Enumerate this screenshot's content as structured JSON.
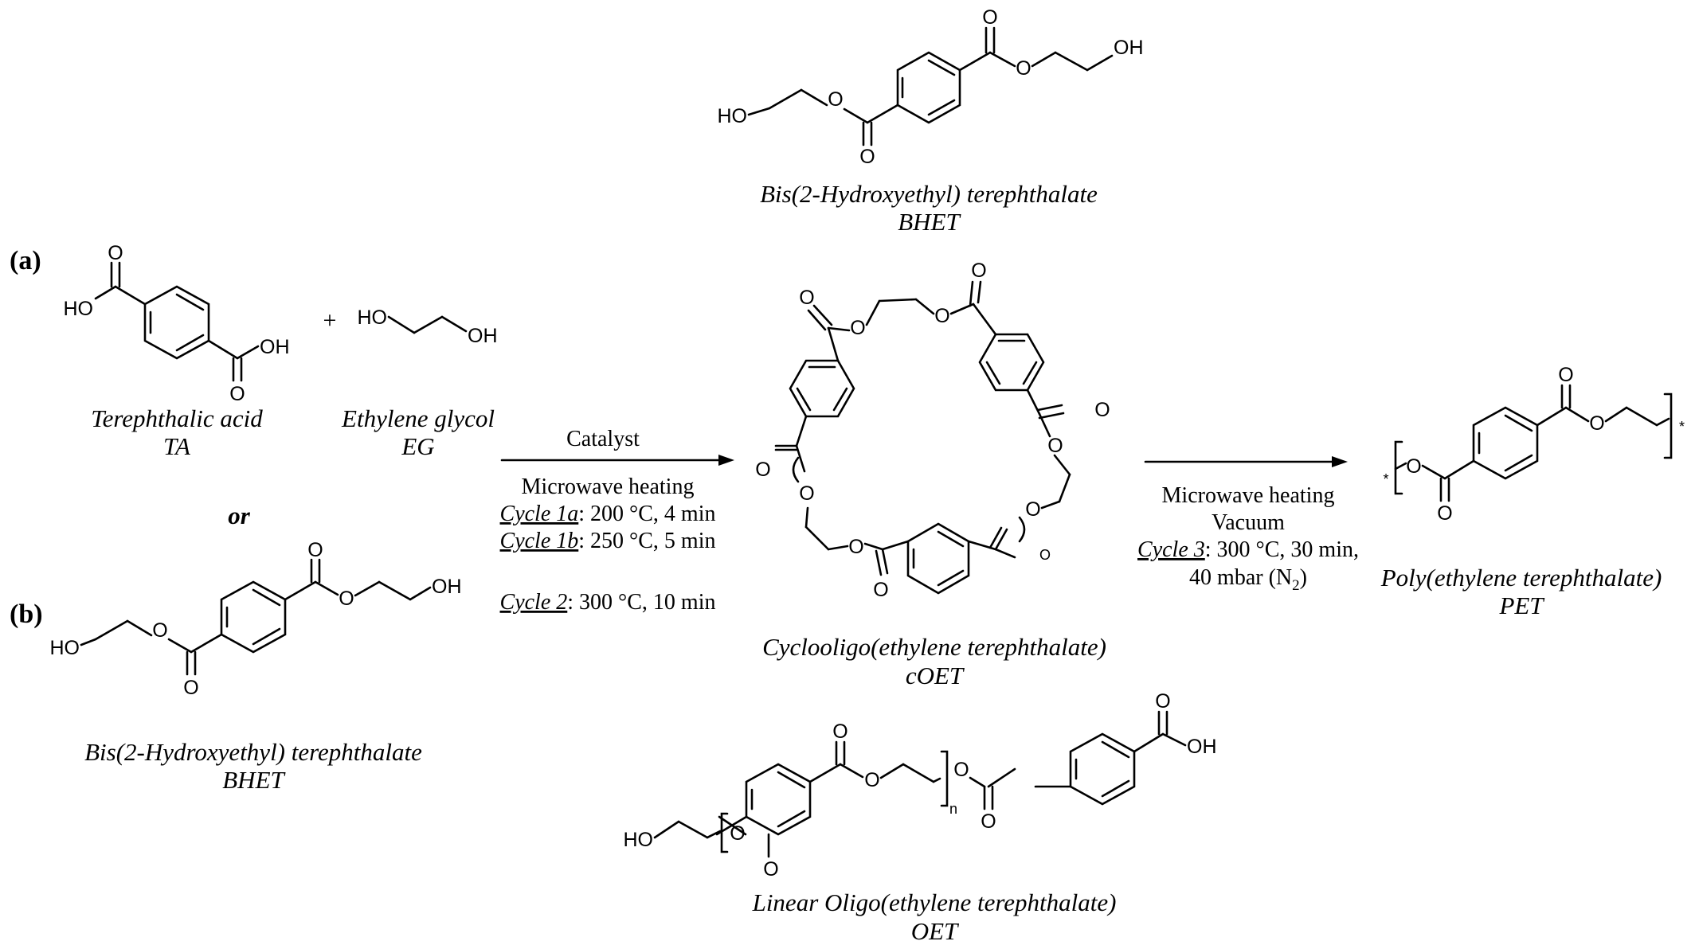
{
  "atoms": {
    "oxygen": "O",
    "hydroxyl": "OH",
    "hydroxyl_left": "HO",
    "repeat_n": "n",
    "end_star": "*"
  },
  "labels": {
    "a": "(a)",
    "b": "(b)",
    "or": "or",
    "plus": "+"
  },
  "bhet_top": {
    "name": "Bis(2-Hydroxyethyl) terephthalate",
    "abbr": "BHET"
  },
  "ta": {
    "name": "Terephthalic acid",
    "abbr": "TA"
  },
  "eg": {
    "name": "Ethylene glycol",
    "abbr": "EG"
  },
  "bhet_b": {
    "name": "Bis(2-Hydroxyethyl) terephthalate",
    "abbr": "BHET"
  },
  "arrow1": {
    "top": "Catalyst",
    "line1": "Microwave heating",
    "cycle1a_label": "Cycle 1a",
    "cycle1a_value": ": 200 °C, 4 min",
    "cycle1b_label": "Cycle 1b",
    "cycle1b_value": ": 250 °C, 5 min",
    "cycle2_label": "Cycle 2",
    "cycle2_value": ": 300 °C, 10 min"
  },
  "coet": {
    "name": "Cyclooligo(ethylene terephthalate)",
    "abbr": "cOET"
  },
  "arrow2": {
    "line1": "Microwave heating",
    "line2": "Vacuum",
    "cycle3_label": "Cycle 3",
    "cycle3_value": ": 300 °C, 30 min,",
    "pressure_pre": "40 mbar (N",
    "pressure_sub": "2",
    "pressure_post": ")"
  },
  "pet": {
    "name": "Poly(ethylene terephthalate)",
    "abbr": "PET"
  },
  "oet": {
    "name": "Linear Oligo(ethylene terephthalate)",
    "abbr": "OET"
  }
}
